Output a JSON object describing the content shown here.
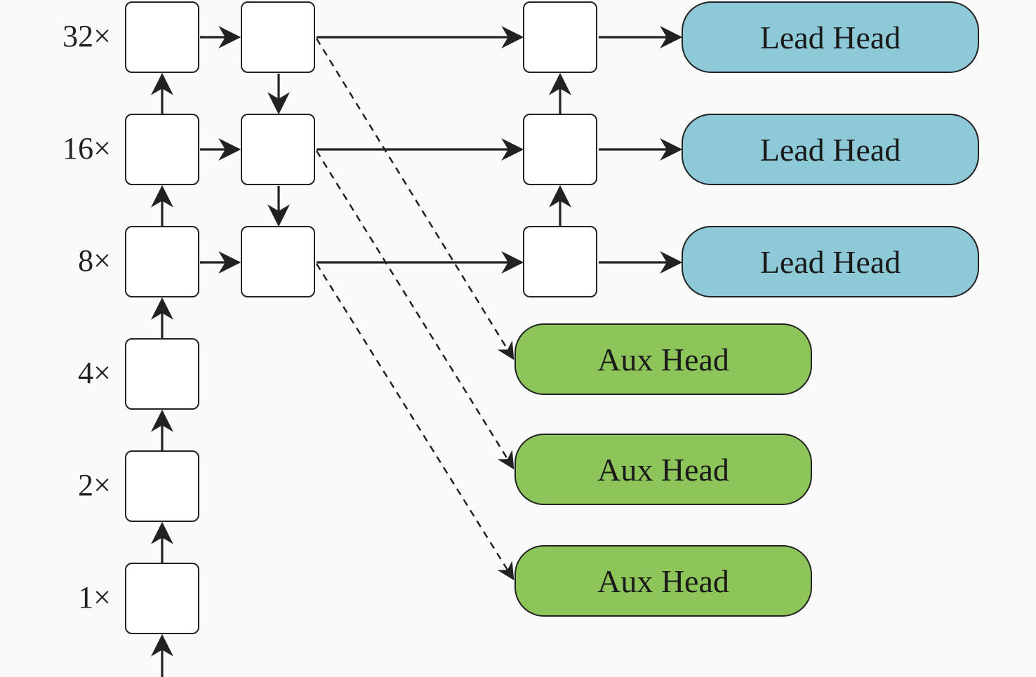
{
  "colors": {
    "lead_head_fill": "#8ec9d8",
    "aux_head_fill": "#8dc55a",
    "stroke": "#222222",
    "node_fill": "#ffffff"
  },
  "scales": [
    "32×",
    "16×",
    "8×",
    "4×",
    "2×",
    "1×"
  ],
  "lead_heads": [
    "Lead Head",
    "Lead Head",
    "Lead Head"
  ],
  "aux_heads": [
    "Aux Head",
    "Aux Head",
    "Aux Head"
  ]
}
